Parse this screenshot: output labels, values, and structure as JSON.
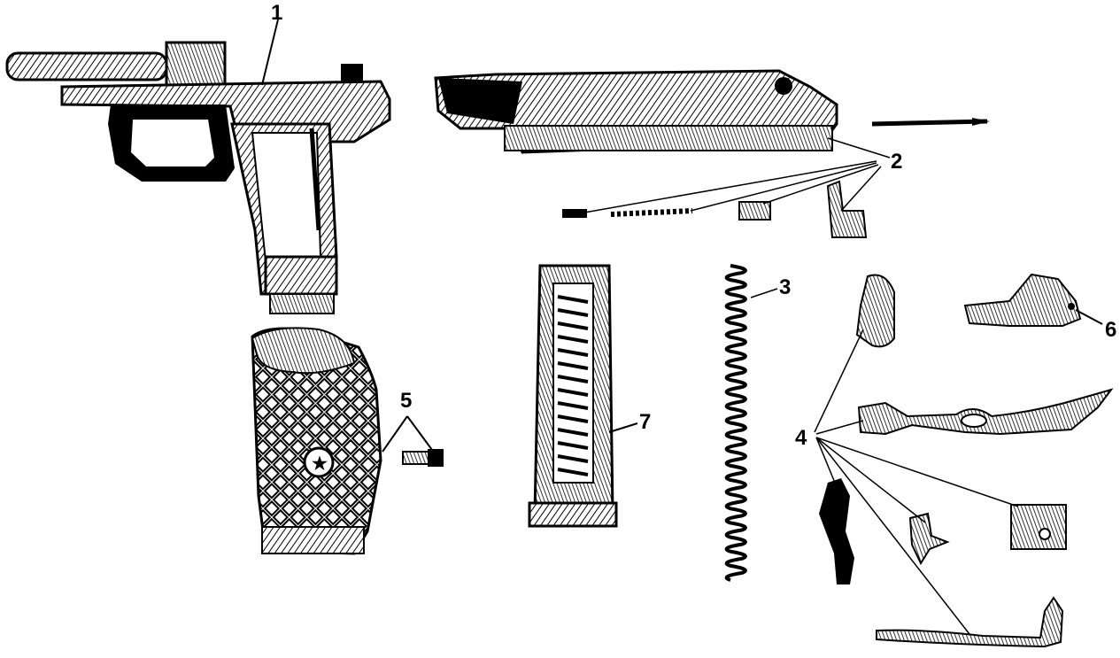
{
  "diagram": {
    "callouts": [
      {
        "id": "frame",
        "number": "1"
      },
      {
        "id": "slide-group",
        "number": "2"
      },
      {
        "id": "recoil-spring",
        "number": "3"
      },
      {
        "id": "trigger-mechanism",
        "number": "4"
      },
      {
        "id": "grip-screw",
        "number": "5"
      },
      {
        "id": "slide-stop",
        "number": "6"
      },
      {
        "id": "magazine",
        "number": "7"
      }
    ]
  }
}
